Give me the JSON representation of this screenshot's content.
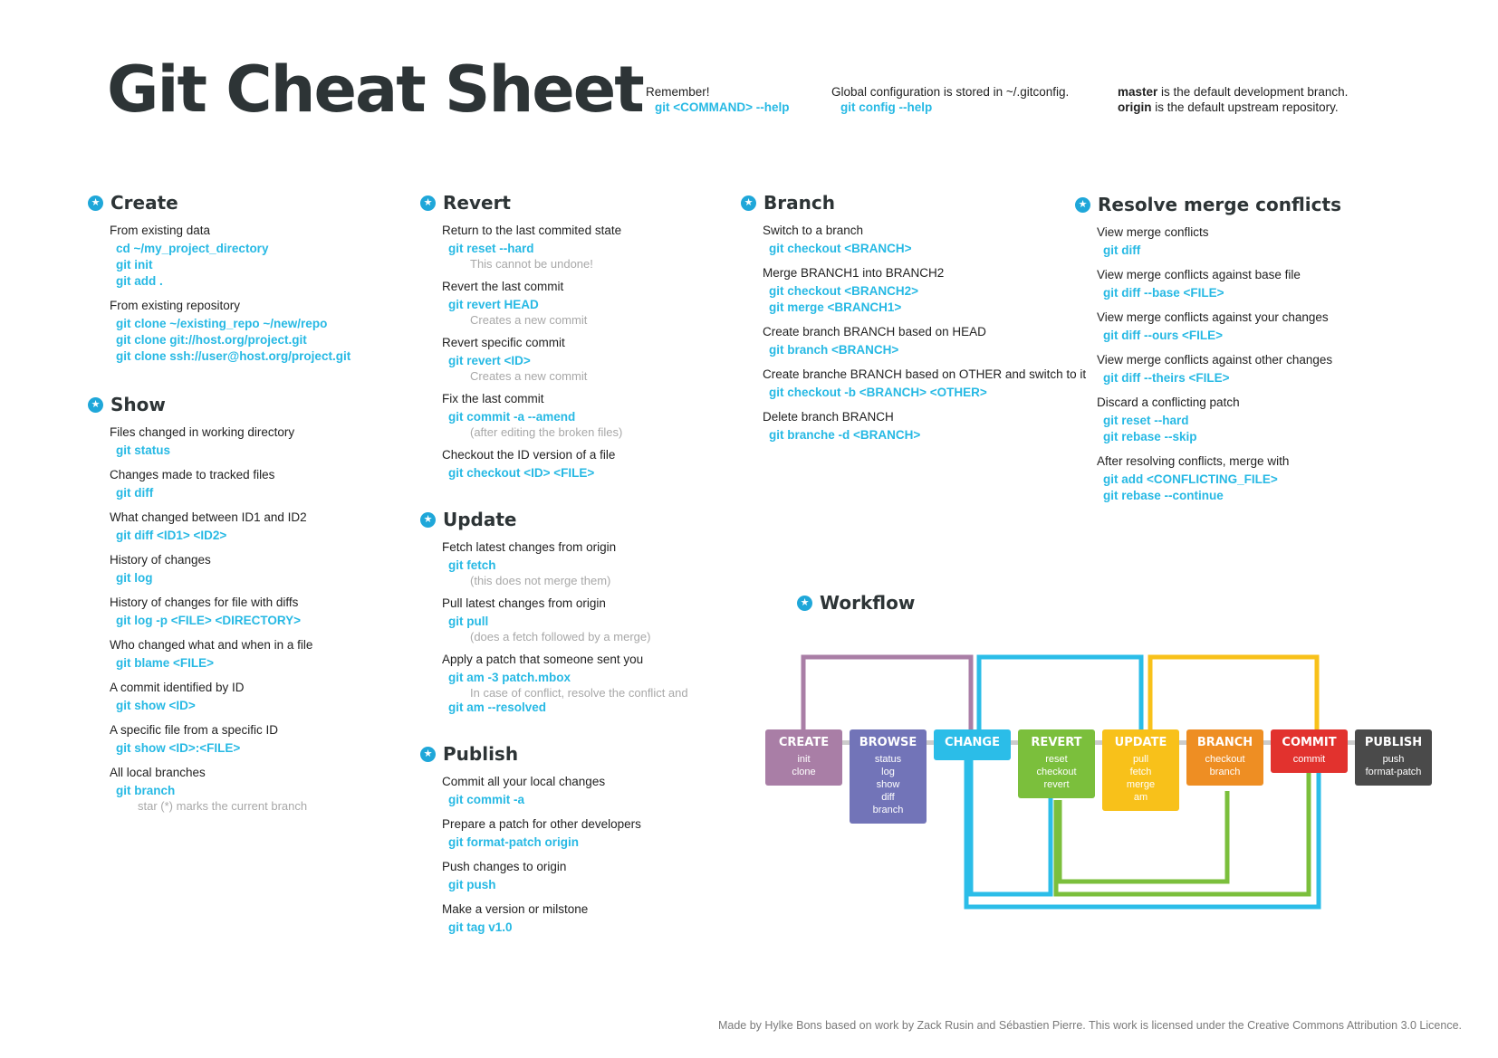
{
  "title": "Git Cheat Sheet",
  "notes": [
    {
      "text": "Remember!",
      "cmd": "git <COMMAND> --help"
    },
    {
      "text": "Global configuration is stored in ~/.gitconfig.",
      "cmd": "git config --help"
    }
  ],
  "defaults": {
    "master_word": "master",
    "master_rest": " is the default development branch.",
    "origin_word": "origin",
    "origin_rest": " is the default upstream repository."
  },
  "sections": {
    "create": {
      "title": "Create",
      "items": [
        {
          "desc": "From existing data",
          "cmds": [
            "cd ~/my_project_directory",
            "git init",
            "git add ."
          ]
        },
        {
          "desc": "From existing repository",
          "cmds": [
            "git clone ~/existing_repo ~/new/repo",
            "git clone git://host.org/project.git",
            "git clone ssh://user@host.org/project.git"
          ]
        }
      ]
    },
    "show": {
      "title": "Show",
      "items": [
        {
          "desc": "Files changed in working directory",
          "cmds": [
            "git status"
          ]
        },
        {
          "desc": "Changes made to tracked files",
          "cmds": [
            "git diff"
          ]
        },
        {
          "desc": "What changed between ID1 and ID2",
          "cmds": [
            "git diff <ID1> <ID2>"
          ]
        },
        {
          "desc": "History of changes",
          "cmds": [
            "git log"
          ]
        },
        {
          "desc": "History of changes for file with diffs",
          "cmds": [
            "git log -p <FILE> <DIRECTORY>"
          ]
        },
        {
          "desc": "Who changed what and when in a file",
          "cmds": [
            "git blame <FILE>"
          ]
        },
        {
          "desc": "A commit identified by ID",
          "cmds": [
            "git show <ID>"
          ]
        },
        {
          "desc": "A specific file from a specific ID",
          "cmds": [
            "git show <ID>:<FILE>"
          ]
        },
        {
          "desc": "All local branches",
          "cmds": [
            "git branch"
          ],
          "hint": "star (*) marks the current branch"
        }
      ]
    },
    "revert": {
      "title": "Revert",
      "items": [
        {
          "desc": "Return to the last commited state",
          "cmds": [
            "git reset --hard"
          ],
          "hint": "This cannot be undone!"
        },
        {
          "desc": "Revert the last commit",
          "cmds": [
            "git revert HEAD"
          ],
          "hint": "Creates a new commit"
        },
        {
          "desc": "Revert specific commit",
          "cmds": [
            "git revert <ID>"
          ],
          "hint": "Creates a new commit"
        },
        {
          "desc": "Fix the last commit",
          "cmds": [
            "git commit -a --amend"
          ],
          "hint": "(after editing the broken files)"
        },
        {
          "desc": "Checkout the ID version of a file",
          "cmds": [
            "git checkout <ID> <FILE>"
          ]
        }
      ]
    },
    "update": {
      "title": "Update",
      "items": [
        {
          "desc": "Fetch latest changes from origin",
          "cmds": [
            "git fetch"
          ],
          "hint": "(this does not merge them)"
        },
        {
          "desc": "Pull latest changes from origin",
          "cmds": [
            "git pull"
          ],
          "hint": "(does a fetch followed by a merge)"
        },
        {
          "desc": "Apply a patch that someone sent you",
          "cmds": [
            "git am -3 patch.mbox"
          ],
          "hint": "In case of conflict, resolve the conflict and",
          "after": [
            "git am --resolved"
          ]
        }
      ]
    },
    "publish": {
      "title": "Publish",
      "items": [
        {
          "desc": "Commit all your local changes",
          "cmds": [
            "git commit -a"
          ]
        },
        {
          "desc": "Prepare a patch for other developers",
          "cmds": [
            "git format-patch origin"
          ]
        },
        {
          "desc": "Push changes to origin",
          "cmds": [
            "git push"
          ]
        },
        {
          "desc": "Make a version or milstone",
          "cmds": [
            "git tag v1.0"
          ]
        }
      ]
    },
    "branch": {
      "title": "Branch",
      "items": [
        {
          "desc": "Switch to a branch",
          "cmds": [
            "git checkout <BRANCH>"
          ]
        },
        {
          "desc": "Merge BRANCH1 into BRANCH2",
          "cmds": [
            "git checkout <BRANCH2>",
            "git merge <BRANCH1>"
          ]
        },
        {
          "desc": "Create branch BRANCH based on HEAD",
          "cmds": [
            "git branch <BRANCH>"
          ]
        },
        {
          "desc": "Create branche BRANCH based on OTHER and switch to it",
          "cmds": [
            "git checkout -b <BRANCH> <OTHER>"
          ]
        },
        {
          "desc": "Delete branch BRANCH",
          "cmds": [
            "git branche -d <BRANCH>"
          ]
        }
      ]
    },
    "resolve": {
      "title": "Resolve merge conflicts",
      "items": [
        {
          "desc": "View merge conflicts",
          "cmds": [
            "git diff"
          ]
        },
        {
          "desc": "View merge conflicts against base file",
          "cmds": [
            "git diff --base <FILE>"
          ]
        },
        {
          "desc": "View merge conflicts against your changes",
          "cmds": [
            "git diff --ours <FILE>"
          ]
        },
        {
          "desc": "View merge conflicts against other changes",
          "cmds": [
            "git diff --theirs <FILE>"
          ]
        },
        {
          "desc": "Discard a conflicting patch",
          "cmds": [
            "git reset --hard",
            "git rebase --skip"
          ]
        },
        {
          "desc": "After resolving conflicts, merge with",
          "cmds": [
            "git add <CONFLICTING_FILE>",
            "git rebase --continue"
          ]
        }
      ]
    }
  },
  "workflow": {
    "title": "Workflow",
    "boxes": [
      {
        "label": "CREATE",
        "subs": [
          "init",
          "clone"
        ],
        "color": "#a97ea6"
      },
      {
        "label": "BROWSE",
        "subs": [
          "status",
          "log",
          "show",
          "diff",
          "branch"
        ],
        "color": "#7274b8"
      },
      {
        "label": "CHANGE",
        "subs": [],
        "color": "#2bbde8"
      },
      {
        "label": "REVERT",
        "subs": [
          "reset",
          "checkout",
          "revert"
        ],
        "color": "#7bbf3c"
      },
      {
        "label": "UPDATE",
        "subs": [
          "pull",
          "fetch",
          "merge",
          "am"
        ],
        "color": "#f8c11a"
      },
      {
        "label": "BRANCH",
        "subs": [
          "checkout",
          "branch"
        ],
        "color": "#ee8e23"
      },
      {
        "label": "COMMIT",
        "subs": [
          "commit"
        ],
        "color": "#e2322e"
      },
      {
        "label": "PUBLISH",
        "subs": [
          "push",
          "format-patch"
        ],
        "color": "#4a4a4a"
      }
    ]
  },
  "footer": "Made by Hylke Bons based on work by Zack Rusin and Sébastien Pierre. This work is licensed under the Creative Commons Attribution 3.0 Licence."
}
